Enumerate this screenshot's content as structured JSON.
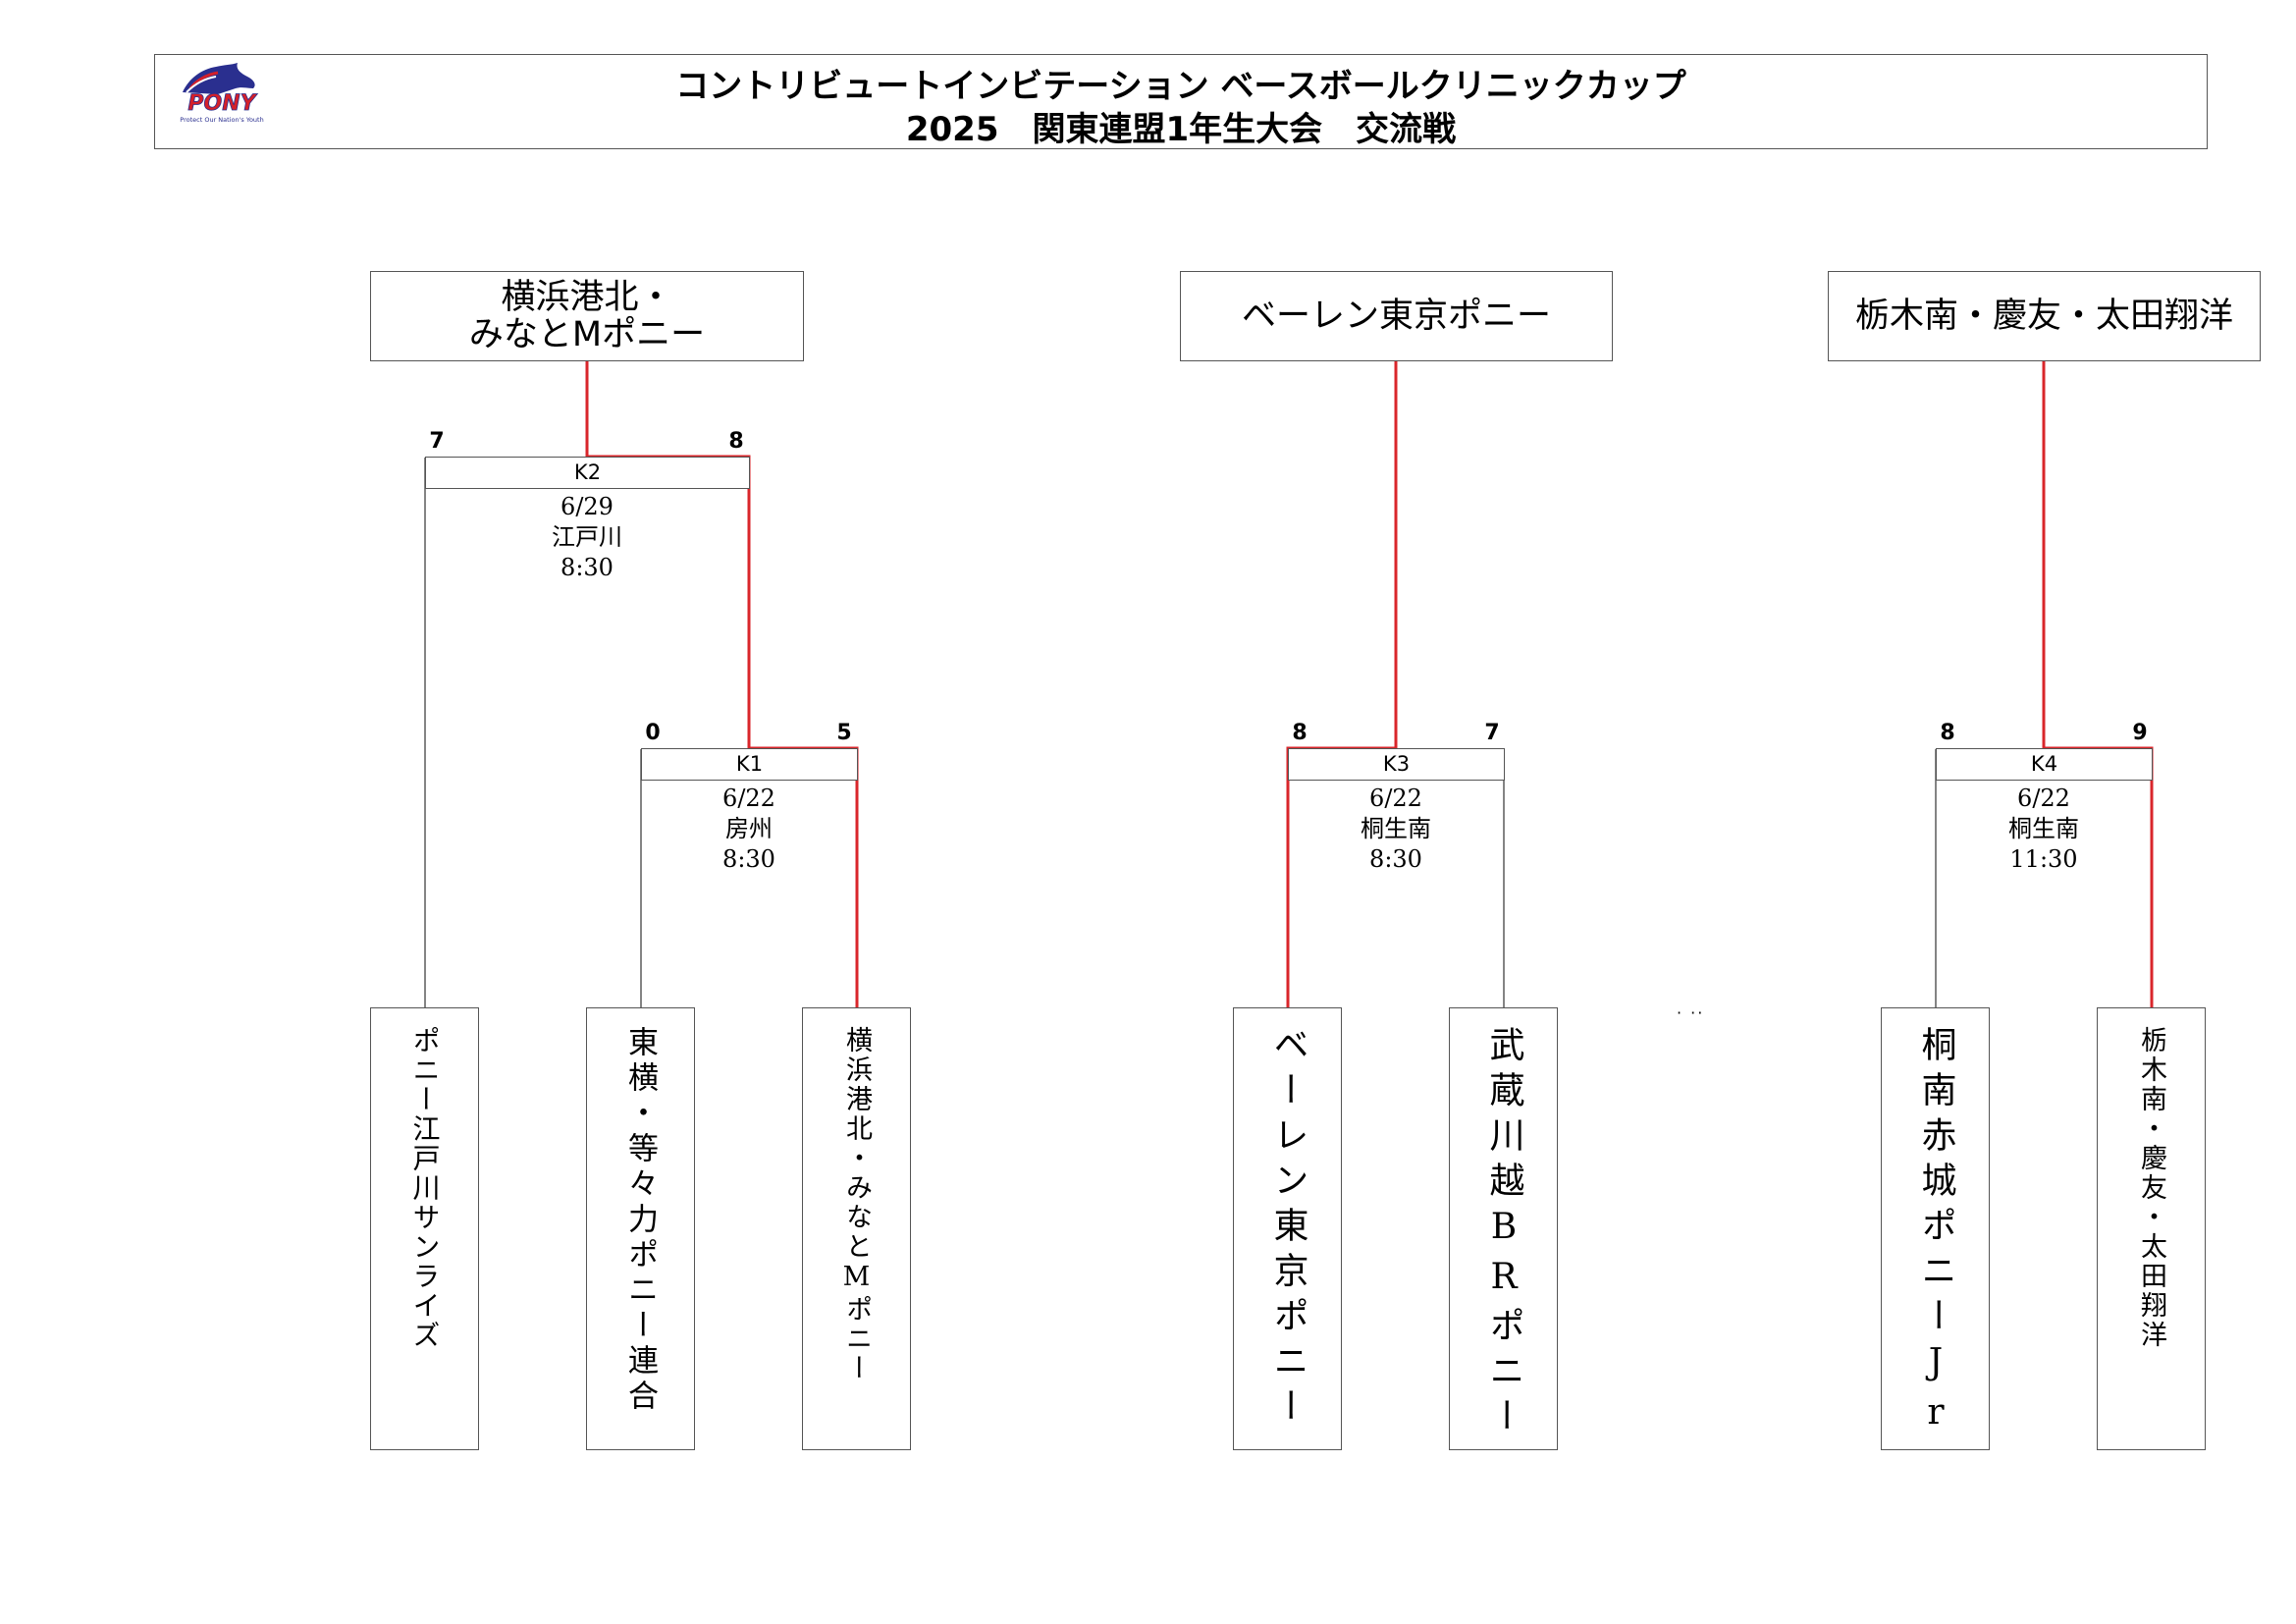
{
  "header": {
    "title_line1": "コントリビュートインビテーション ベースボールクリニックカップ",
    "title_line2": "2025　関東連盟1年生大会　交流戦",
    "logo_text": "PONY",
    "logo_tagline": "Protect Our Nation's Youth"
  },
  "winners": {
    "w1": "横浜港北・\nみなとMポニー",
    "w2": "ベーレン東京ポニー",
    "w3": "栃木南・慶友・太田翔洋"
  },
  "matches": {
    "k2": {
      "label": "K2",
      "date": "6/29",
      "venue": "江戸川",
      "time": "8:30",
      "score_left": "7",
      "score_right": "8"
    },
    "k1": {
      "label": "K1",
      "date": "6/22",
      "venue": "房州",
      "time": "8:30",
      "score_left": "0",
      "score_right": "5"
    },
    "k3": {
      "label": "K3",
      "date": "6/22",
      "venue": "桐生南",
      "time": "8:30",
      "score_left": "8",
      "score_right": "7"
    },
    "k4": {
      "label": "K4",
      "date": "6/22",
      "venue": "桐生南",
      "time": "11:30",
      "score_left": "8",
      "score_right": "9"
    }
  },
  "teams": {
    "t1": "ポニー江戸川サンライズ",
    "t2": "東横・等々力ポニー連合",
    "t3": "横浜港北・みなとMポニー",
    "t4": "ベーレン東京ポニー",
    "t5": "武蔵川越BRポニー",
    "t6": "桐南赤城ポニーJr",
    "t7": "栃木南・慶友・太田翔洋"
  },
  "misc": {
    "dots": "· ··"
  },
  "colors": {
    "winner_line": "#d9262b",
    "normal_line": "#666666",
    "logo_red": "#d4202a",
    "logo_blue": "#2a2f8f"
  }
}
